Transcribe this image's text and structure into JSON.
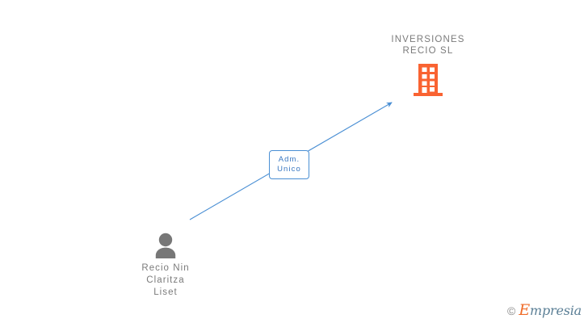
{
  "diagram": {
    "background_color": "#ffffff",
    "company": {
      "name": "INVERSIONES\nRECIO  SL",
      "icon": "building-icon",
      "icon_color": "#f96332"
    },
    "person": {
      "name": "Recio Nin\nClaritza\nLiset",
      "icon": "person-icon",
      "icon_color": "#777777"
    },
    "relation": {
      "label": "Adm.\nUnico",
      "border_color": "#4a8fd4",
      "text_color": "#3a78c2"
    },
    "connector": {
      "type": "arrow",
      "color": "#4a8fd4",
      "from": "person",
      "to": "company"
    }
  },
  "watermark": {
    "copyright": "©",
    "brand_initial": "E",
    "brand_rest": "mpresia"
  }
}
